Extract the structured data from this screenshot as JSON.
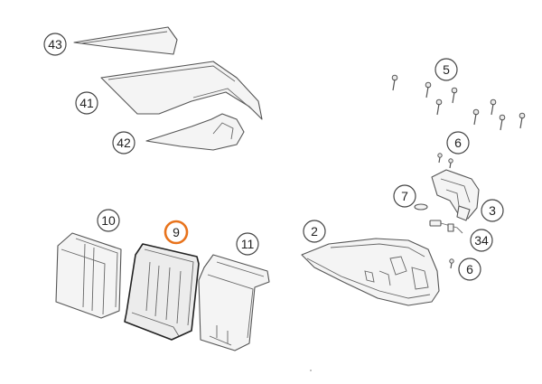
{
  "diagram": {
    "highlight_color": "#e8731c",
    "callouts": [
      {
        "id": "43",
        "label": "43",
        "highlighted": false
      },
      {
        "id": "41",
        "label": "41",
        "highlighted": false
      },
      {
        "id": "42",
        "label": "42",
        "highlighted": false
      },
      {
        "id": "5",
        "label": "5",
        "highlighted": false
      },
      {
        "id": "6a",
        "label": "6",
        "highlighted": false
      },
      {
        "id": "7",
        "label": "7",
        "highlighted": false
      },
      {
        "id": "3",
        "label": "3",
        "highlighted": false
      },
      {
        "id": "34",
        "label": "34",
        "highlighted": false
      },
      {
        "id": "6b",
        "label": "6",
        "highlighted": false
      },
      {
        "id": "2",
        "label": "2",
        "highlighted": false
      },
      {
        "id": "10",
        "label": "10",
        "highlighted": false
      },
      {
        "id": "9",
        "label": "9",
        "highlighted": true
      },
      {
        "id": "11",
        "label": "11",
        "highlighted": false
      }
    ]
  }
}
